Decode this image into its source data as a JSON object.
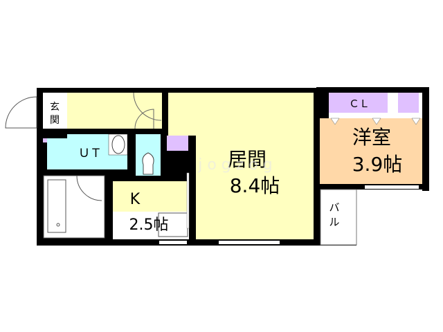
{
  "floorplan": {
    "rooms": {
      "genkan": {
        "label": "玄関"
      },
      "ut": {
        "label": "ＵＴ"
      },
      "kitchen": {
        "label": "K",
        "size": "2.5帖"
      },
      "living": {
        "label": "居間",
        "size": "8.4帖"
      },
      "western": {
        "label": "洋室",
        "size": "3.9帖"
      },
      "closet": {
        "label": "ＣＬ"
      },
      "balcony": {
        "label": "バル"
      }
    },
    "watermark": "j o g z o g",
    "colors": {
      "wall": "#000000",
      "living": "#ffffc0",
      "wet": "#c0ffff",
      "storage": "#e0c0ff",
      "western": "#ffd8a8",
      "window": "#ffffff"
    }
  }
}
